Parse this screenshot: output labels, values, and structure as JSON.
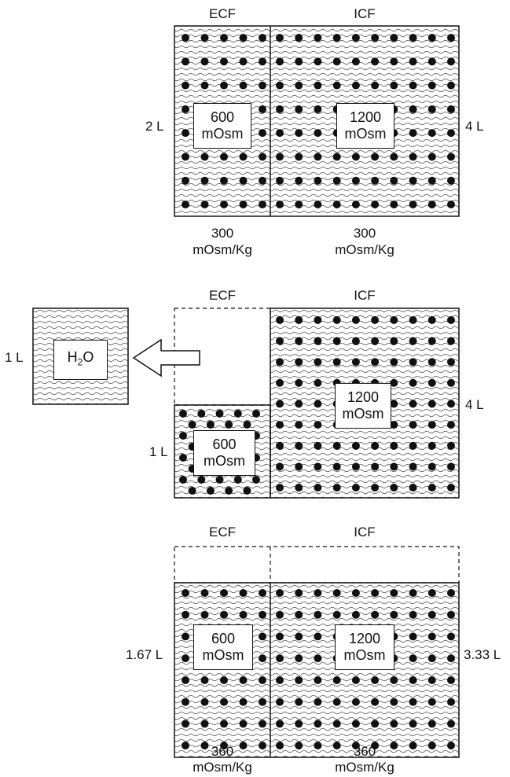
{
  "panel1": {
    "ecf_header": "ECF",
    "icf_header": "ICF",
    "ecf_volume": "2 L",
    "icf_volume": "4 L",
    "ecf_solute": {
      "amount": "600",
      "unit": "mOsm"
    },
    "icf_solute": {
      "amount": "1200",
      "unit": "mOsm"
    },
    "ecf_osmolality": {
      "value": "300",
      "unit": "mOsm/Kg"
    },
    "icf_osmolality": {
      "value": "300",
      "unit": "mOsm/Kg"
    }
  },
  "panel2": {
    "ecf_header": "ECF",
    "icf_header": "ICF",
    "removed_volume": "1 L",
    "removed_label": {
      "main": "H",
      "sub": "2",
      "tail": "O"
    },
    "ecf_volume": "1 L",
    "icf_volume": "4 L",
    "ecf_solute": {
      "amount": "600",
      "unit": "mOsm"
    },
    "icf_solute": {
      "amount": "1200",
      "unit": "mOsm"
    }
  },
  "panel3": {
    "ecf_header": "ECF",
    "icf_header": "ICF",
    "ecf_volume": "1.67 L",
    "icf_volume": "3.33 L",
    "ecf_solute": {
      "amount": "600",
      "unit": "mOsm"
    },
    "icf_solute": {
      "amount": "1200",
      "unit": "mOsm"
    },
    "ecf_osmolality": {
      "value": "360",
      "unit": "mOsm/Kg"
    },
    "icf_osmolality": {
      "value": "360",
      "unit": "mOsm/Kg"
    }
  }
}
